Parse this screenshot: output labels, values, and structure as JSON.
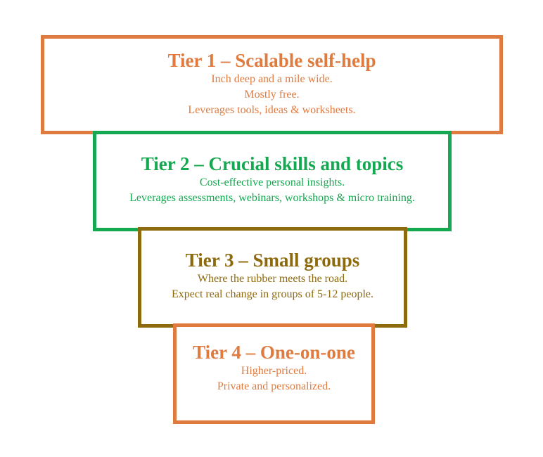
{
  "colors": {
    "tier1": "#E07B40",
    "tier2": "#14A850",
    "tier3": "#8E6A0E",
    "tier4": "#E07B40"
  },
  "tiers": [
    {
      "title": "Tier 1 – Scalable self-help",
      "lines": [
        "Inch deep and a mile wide.",
        "Mostly free.",
        "Leverages tools, ideas & worksheets."
      ]
    },
    {
      "title": "Tier 2 – Crucial skills and topics",
      "lines": [
        "Cost-effective personal insights.",
        "Leverages assessments, webinars, workshops & micro training."
      ]
    },
    {
      "title": "Tier 3 – Small groups",
      "lines": [
        "Where the rubber meets the road.",
        "Expect real change in groups of 5-12 people."
      ]
    },
    {
      "title": "Tier 4 – One-on-one",
      "lines": [
        "Higher-priced.",
        "Private and personalized."
      ]
    }
  ]
}
